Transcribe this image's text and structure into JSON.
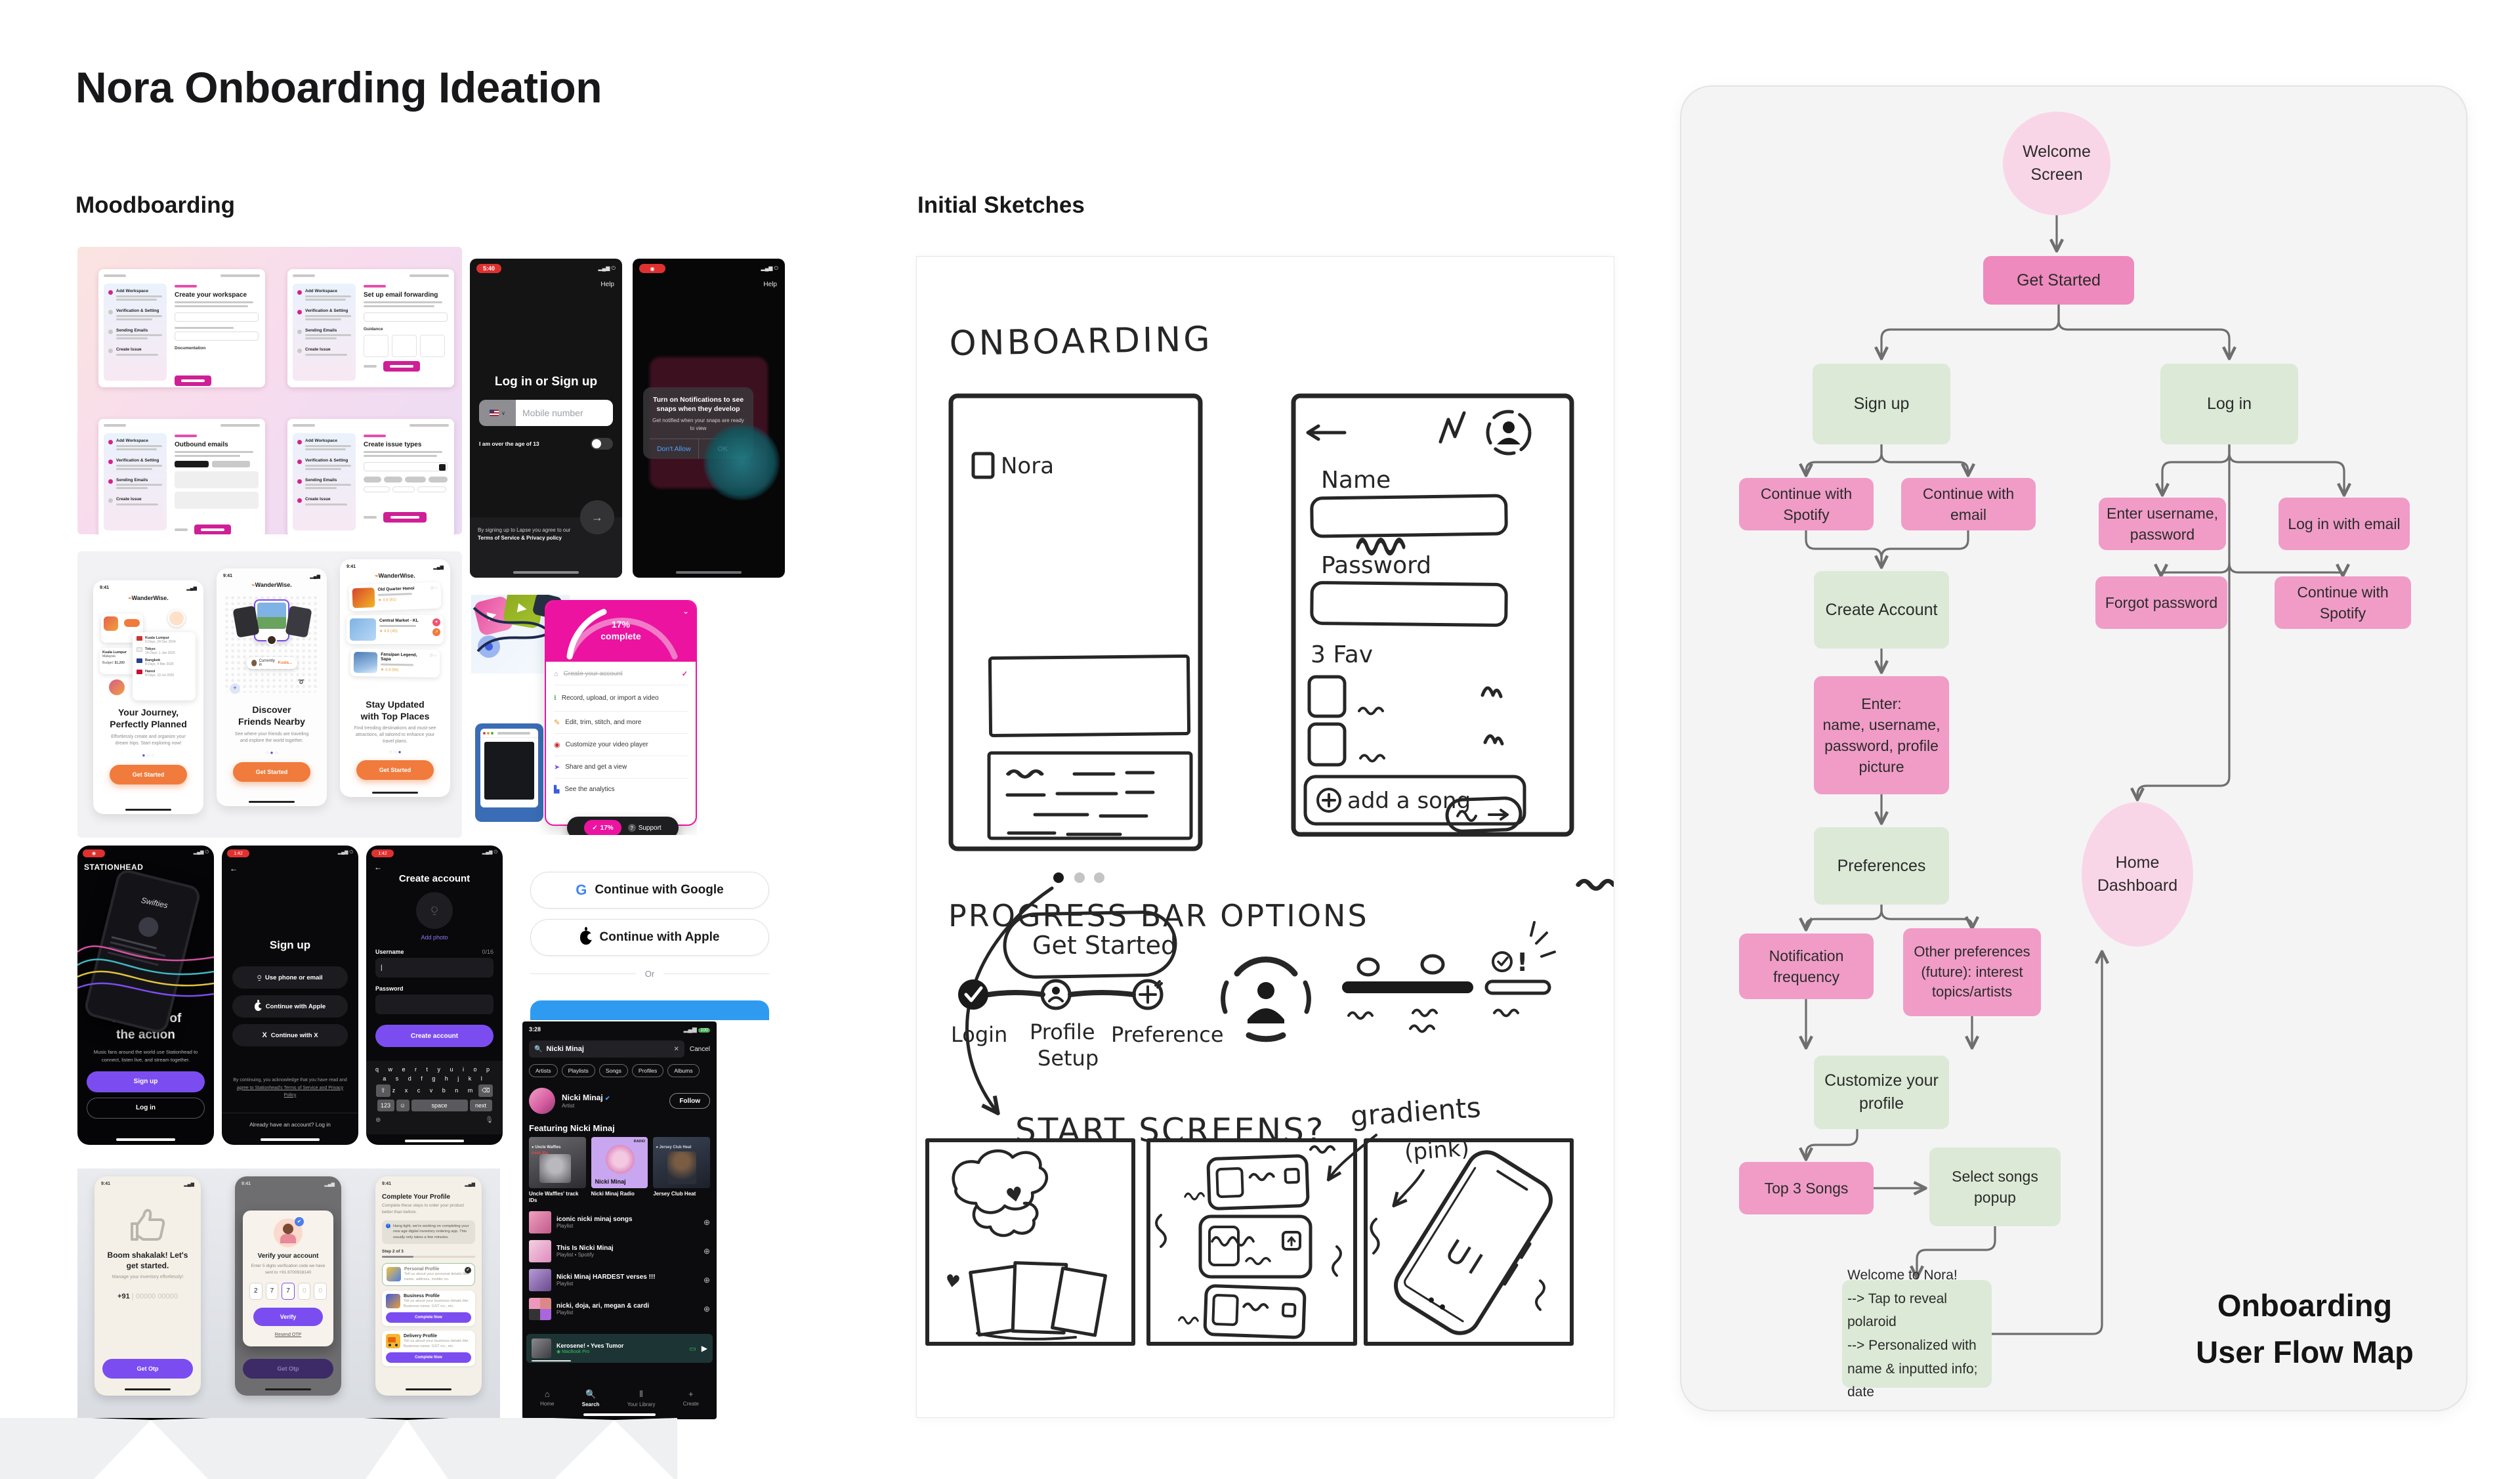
{
  "page": {
    "title": "Nora Onboarding Ideation",
    "moodboarding_label": "Moodboarding",
    "sketches_label": "Initial Sketches"
  },
  "flow": {
    "title1": "Onboarding",
    "title2": "User Flow Map",
    "nodes": {
      "welcome": "Welcome\nScreen",
      "get_started": "Get Started",
      "signup": "Sign up",
      "login": "Log in",
      "cont_spotify": "Continue with Spotify",
      "cont_email": "Continue with email",
      "create_account": "Create Account",
      "enter_info": "Enter:\nname, username,\npassword, profile\npicture",
      "preferences": "Preferences",
      "notif": "Notification\nfrequency",
      "other_prefs": "Other preferences\n(future): interest\ntopics/artists",
      "customize": "Customize your\nprofile",
      "top3": "Top 3 Songs",
      "select_songs": "Select songs popup",
      "welcome_nora": "Welcome to Nora!\n--> Tap to reveal polaroid\n--> Personalized with\nname & inputted info; date",
      "enter_user": "Enter username,\npassword",
      "login_email": "Log in with email",
      "forgot": "Forgot password",
      "cont_spotify2": "Continue with Spotify",
      "home": "Home\nDashboard"
    }
  },
  "sketches": {
    "heading": "ONBOARDING",
    "app_name": "Nora",
    "get_started": "Get Started",
    "name_label": "Name",
    "password_label": "Password",
    "fav_label": "3 Fav",
    "add_song": "add a song",
    "progress_heading": "PROGRESS BAR OPTIONS",
    "step1": "Login",
    "step2a": "Profile",
    "step2b": "Setup",
    "step3": "Preference",
    "start_heading": "START SCREENS?",
    "gradients": "gradients",
    "pink": "(pink)",
    "ui": "UI",
    "bang": "!"
  },
  "moodboard": {
    "saas": {
      "steps": [
        "Add Workspace",
        "Verification & Setting",
        "Sending Emails",
        "Create Issue"
      ],
      "cards": [
        {
          "title": "Create your workspace",
          "extra": "Documentation"
        },
        {
          "title": "Set up email forwarding",
          "extra": "Guidance"
        },
        {
          "title": "Outbound emails",
          "extra": ""
        },
        {
          "title": "Create issue types",
          "extra": ""
        }
      ]
    },
    "lapse": {
      "time": "5:40",
      "help": "Help",
      "title": "Log in or Sign up",
      "placeholder": "Mobile number",
      "age": "I am over the age of 13",
      "legal1": "By signing up to Lapse you agree to our",
      "legal2": "Terms of Service & Privacy policy",
      "arrow": "→"
    },
    "notify": {
      "help": "Help",
      "title": "Turn on Notifications to see snaps when they develop",
      "sub": "Get notified when your snaps are ready to view",
      "deny": "Don't Allow",
      "ok": "OK"
    },
    "wanderwise": {
      "time": "9:41",
      "brand": "WanderWise.",
      "cta": "Get Started",
      "screens": [
        {
          "h1": "Your Journey,",
          "h2": "Perfectly Planned",
          "sub": "Effortlessly create and organize your dream trips. Start exploring now!"
        },
        {
          "h1": "Discover",
          "h2": "Friends Nearby",
          "sub": "See where your friends are traveling and explore the world together."
        },
        {
          "h1": "Stay Updated",
          "h2": "with Top Places",
          "sub": "Find trending destinations and must-see attractions, all tailored to enhance your travel plans."
        }
      ],
      "trips": [
        "Kuala Lumpur",
        "Tokyo",
        "Bangkok",
        "Hanoi"
      ],
      "trip_dates": [
        "5 Days, 24 Dec 2024",
        "14 Days, 1 Jan 2025",
        "8 Days, 4 Mar 2025",
        "8 Days, 19 Jul 2025"
      ],
      "places": [
        "Old Quarter Hanoi",
        "Central Market - KL",
        "Fansipan Legend, Sapa"
      ]
    },
    "checklist": {
      "percent": "17%",
      "complete": "complete",
      "items": [
        {
          "t": "Create your account"
        },
        {
          "t": "Record, upload, or import a video"
        },
        {
          "t": "Edit, trim, stitch, and more"
        },
        {
          "t": "Customize your video player"
        },
        {
          "t": "Share and get a view"
        },
        {
          "t": "See the analytics"
        }
      ],
      "pill_pct": "17%",
      "support": "Support",
      "check": "✓"
    },
    "stationhead": {
      "time": "1:42",
      "brand": "STATIONHEAD",
      "phone_label": "Swifties",
      "h1": "The heart of",
      "h2": "the action",
      "sub": "Music fans around the world use Stationhead to connect, listen live, and stream together.",
      "signup": "Sign up",
      "login": "Log in",
      "s2_title": "Sign up",
      "opt1": "Use phone or email",
      "opt2": "Continue with Apple",
      "opt3": "Continue with X",
      "legal1": "By continuing, you acknowledge that you have read and",
      "legal2": "agree to Stationhead's Terms of Service and Privacy Policy",
      "already": "Already have an account? Log in",
      "s3_title": "Create account",
      "add_photo": "Add photo",
      "username": "Username",
      "counter": "0/16",
      "password": "Password",
      "create": "Create account",
      "kb1": "q w e r t y u i o p",
      "kb2": "a s d f g h j k l",
      "kb3": "z x c v b n m",
      "num": "123",
      "space": "space",
      "next": "next"
    },
    "social": {
      "google": "Continue with Google",
      "apple": "Continue with Apple",
      "or": "Or",
      "g": "G"
    },
    "spotify": {
      "time": "3:28",
      "query": "Nicki Minaj",
      "cancel": "Cancel",
      "chips": [
        "Artists",
        "Playlists",
        "Songs",
        "Profiles",
        "Albums"
      ],
      "artist": "Nicki Minaj",
      "artist_sub": "Artist",
      "follow": "Follow",
      "featuring": "Featuring Nicki Minaj",
      "cards": [
        "Uncle Waffles' track IDs",
        "Nicki Minaj Radio",
        "Jersey Club Heat"
      ],
      "tag1": "Uncle Waffles",
      "tag1b": "track IDs",
      "tag2": "RADIO",
      "tag2b": "Nicki Minaj",
      "tag3": "Jersey Club Heat",
      "lists": [
        {
          "t": "iconic nicki minaj songs",
          "s": "Playlist"
        },
        {
          "t": "This Is Nicki Minaj",
          "s": "Playlist • Spotify"
        },
        {
          "t": "Nicki Minaj HARDEST verses !!!",
          "s": "Playlist"
        },
        {
          "t": "nicki, doja, ari, megan & cardi",
          "s": "Playlist"
        }
      ],
      "np_title": "Kerosene! • Yves Tumor",
      "np_device": "MacBook Pro",
      "nav": [
        "Home",
        "Search",
        "Your Library",
        "Create"
      ]
    },
    "otp": {
      "time": "9:41",
      "s1_h": "Boom shakalak! Let's get started.",
      "s1_sub": "Manage your inventory effortlessly!",
      "s1_code": "+91",
      "s1_phone": "00000 00000",
      "s1_cta": "Get Otp",
      "s2_h": "Verify your account",
      "s2_sub": "Enter 5 digits verification code we have sent to +91 8700918140",
      "otp": [
        "2",
        "7",
        "7",
        "0",
        "0"
      ],
      "verify": "Verify",
      "resend": "Resend OTP",
      "s3_h": "Complete Your Profile",
      "s3_sub": "Complete these steps to order your product better than before.",
      "s3_note": "Hang tight, we're working on completing your new age digital inventory ordering app. This usually only takes a few minutes.",
      "s3_step": "Step 2 of 3",
      "p1": "Personal Profile",
      "p1_d": "Tell us about your personal details like name, address, mobile no.",
      "p2": "Business Profile",
      "p2_d": "Tell us about your business details like Business name, GST no., etc.",
      "p3": "Delivery Profile",
      "p3_d": "Tell us about your business details like Business name, GST no., etc.",
      "complete_now": "Complete Now"
    }
  }
}
